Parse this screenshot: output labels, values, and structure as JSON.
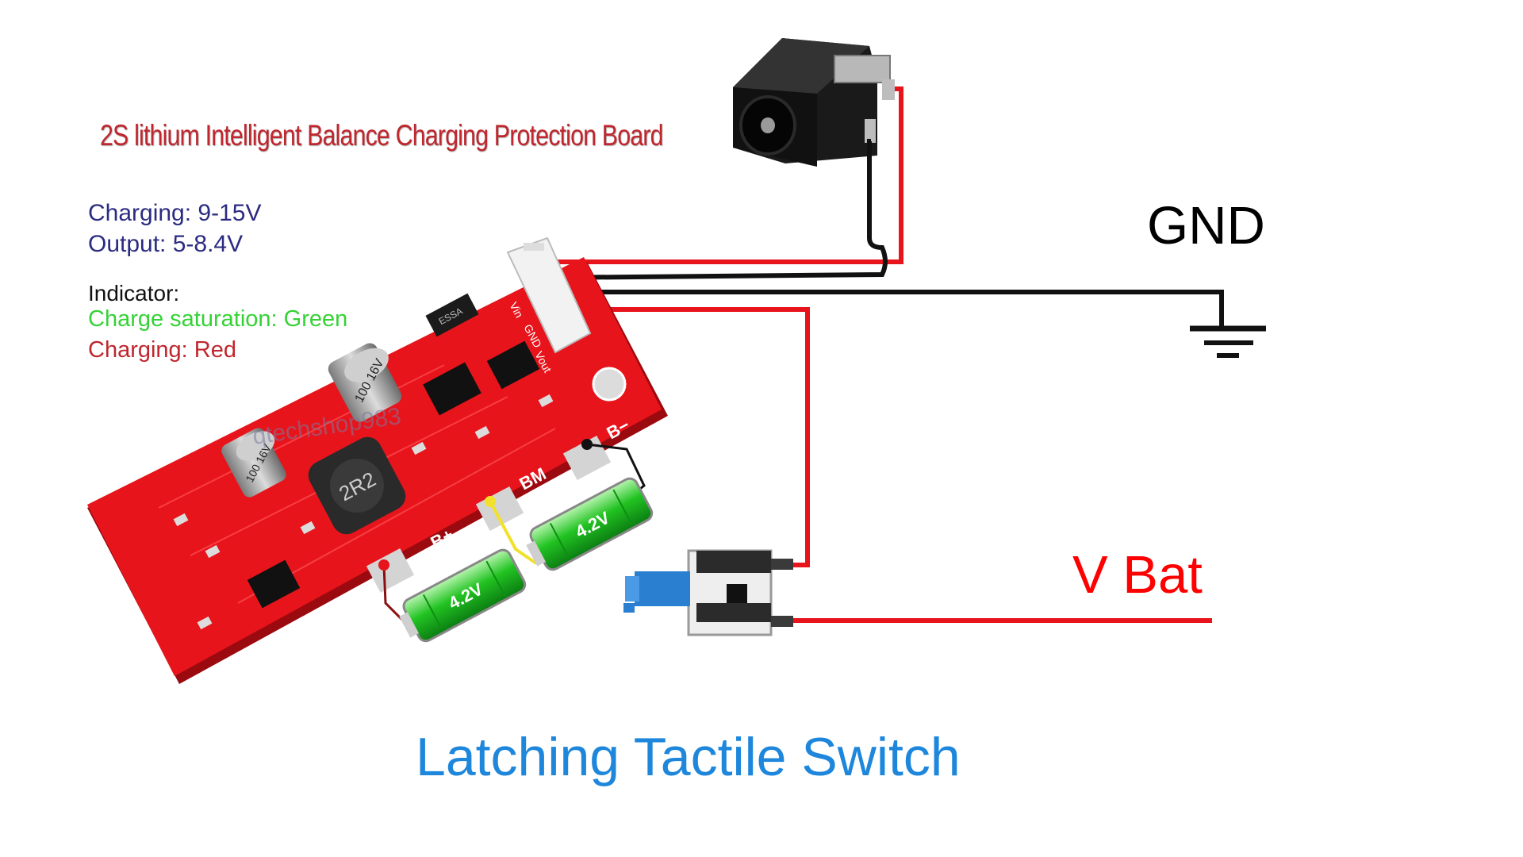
{
  "title": "2S lithium Intelligent Balance Charging Protection Board",
  "specs": {
    "charging": "Charging: 9-15V",
    "output": "Output: 5-8.4V"
  },
  "indicator": {
    "heading": "Indicator:",
    "saturation": "Charge saturation: Green",
    "charging": "Charging: Red"
  },
  "labels": {
    "gnd": "GND",
    "vbat": "V Bat",
    "switch": "Latching Tactile Switch"
  },
  "board": {
    "connector_pins": [
      "Vin",
      "GND",
      "Vout"
    ],
    "pads": [
      "B+",
      "BM",
      "B−"
    ],
    "inductor": "2R2",
    "cap_large": "100 16V",
    "cap_small": "100 16V",
    "chip": "ESSA",
    "watermark": "qtechshop983"
  },
  "batteries": [
    {
      "voltage": "4.2V"
    },
    {
      "voltage": "4.2V"
    }
  ],
  "colors": {
    "board": "#e8141b",
    "wire_positive": "#e8141b",
    "wire_ground": "#111111",
    "wire_balance": "#f2e12a",
    "battery_green": "#22c322",
    "switch_cap": "#2a7fd1",
    "title": "#c0262e",
    "spec_text": "#2b2b82",
    "gnd_label": "#000000",
    "vbat_label": "#ff0000",
    "switch_label": "#1e87dc"
  }
}
